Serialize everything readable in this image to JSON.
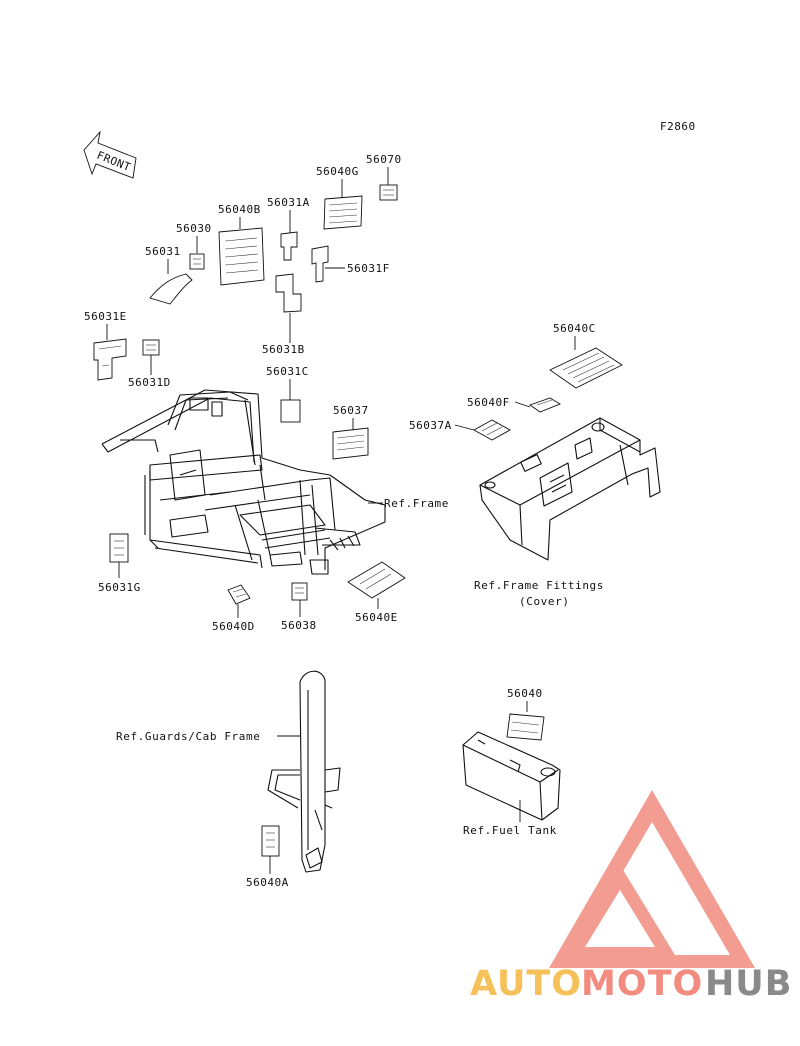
{
  "figure_code": "F2860",
  "front_arrow_label": "FRONT",
  "parts": {
    "p56070": "56070",
    "p56040G": "56040G",
    "p56031A": "56031A",
    "p56040B": "56040B",
    "p56030": "56030",
    "p56031": "56031",
    "p56031F": "56031F",
    "p56031E": "56031E",
    "p56031D": "56031D",
    "p56031B": "56031B",
    "p56031C": "56031C",
    "p56037": "56037",
    "p56040C": "56040C",
    "p56040F": "56040F",
    "p56037A": "56037A",
    "p56031G": "56031G",
    "p56040D": "56040D",
    "p56038": "56038",
    "p56040E": "56040E",
    "p56040": "56040",
    "p56040A": "56040A"
  },
  "refs": {
    "frame": "Ref.Frame",
    "frame_fittings": "Ref.Frame Fittings",
    "cover": "(Cover)",
    "guards": "Ref.Guards/Cab Frame",
    "fuel_tank": "Ref.Fuel Tank"
  },
  "watermark": {
    "auto": "AUTO",
    "moto": "MOTO",
    "hub": "HUB",
    "colors": {
      "auto": "#f6c15a",
      "moto": "#f28b80",
      "hub": "#8a8a8a",
      "triangle": "#f28b80"
    }
  }
}
